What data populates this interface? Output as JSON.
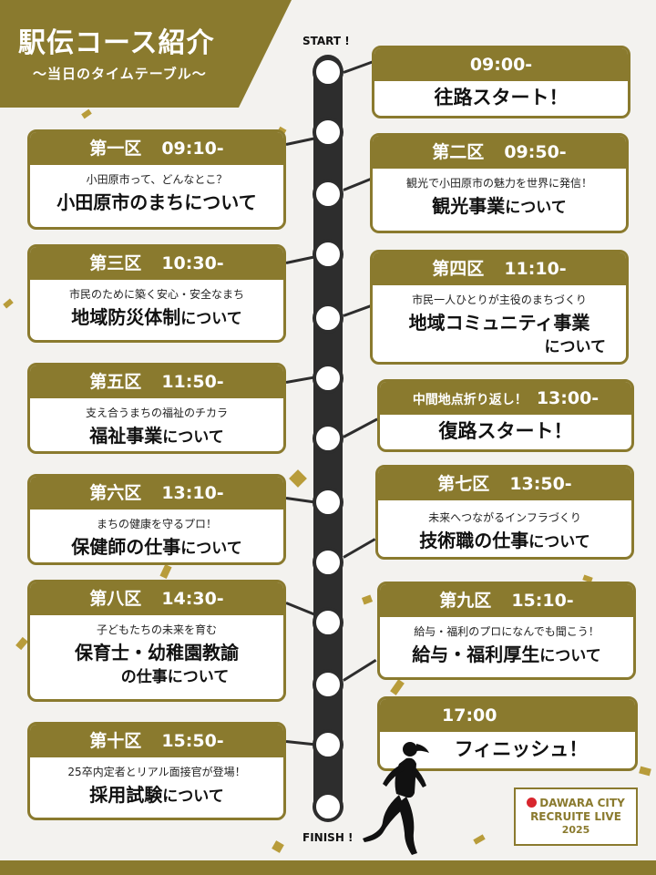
{
  "title": "駅伝コース紹介",
  "subtitle": "〜当日のタイムテーブル〜",
  "start_label": "START !",
  "finish_label": "FINISH !",
  "colors": {
    "gold": "#8a7a2e",
    "track": "#2d2d2d",
    "background": "#f3f2ef",
    "logo_dot": "#d8262e"
  },
  "stages": [
    {
      "head": "09:00-",
      "sub": "",
      "main": "往路スタート！"
    },
    {
      "head_a": "第一区",
      "head_b": "09:10-",
      "sub": "小田原市って、どんなとこ？",
      "main": "小田原市のまちについて"
    },
    {
      "head_a": "第二区",
      "head_b": "09:50-",
      "sub": "観光で小田原市の魅力を世界に発信！",
      "main_a": "観光事業",
      "main_b": "について"
    },
    {
      "head_a": "第三区",
      "head_b": "10:30-",
      "sub": "市民のために築く安心・安全なまち",
      "main_a": "地域防災体制",
      "main_b": "について"
    },
    {
      "head_a": "第四区",
      "head_b": "11:10-",
      "sub": "市民一人ひとりが主役のまちづくり",
      "main_a": "地域コミュニティ事業",
      "main_b": "について"
    },
    {
      "head_a": "第五区",
      "head_b": "11:50-",
      "sub": "支え合うまちの福祉のチカラ",
      "main_a": "福祉事業",
      "main_b": "について"
    },
    {
      "head_a": "中間地点折り返し！",
      "head_b": "13:00-",
      "sub": "",
      "main": "復路スタート！"
    },
    {
      "head_a": "第六区",
      "head_b": "13:10-",
      "sub": "まちの健康を守るプロ！",
      "main_a": "保健師の仕事",
      "main_b": "について"
    },
    {
      "head_a": "第七区",
      "head_b": "13:50-",
      "sub": "未来へつながるインフラづくり",
      "main_a": "技術職の仕事",
      "main_b": "について"
    },
    {
      "head_a": "第八区",
      "head_b": "14:30-",
      "sub": "子どもたちの未来を育む",
      "main_a": "保育士・幼稚園教諭",
      "main_b": "の仕事について"
    },
    {
      "head_a": "第九区",
      "head_b": "15:10-",
      "sub": "給与・福利のプロになんでも聞こう！",
      "main_a": "給与・福利厚生",
      "main_b": "について"
    },
    {
      "head": "17:00",
      "sub": "",
      "main": "フィニッシュ！"
    },
    {
      "head_a": "第十区",
      "head_b": "15:50-",
      "sub": "25卒内定者とリアル面接官が登場！",
      "main_a": "採用試験",
      "main_b": "について"
    }
  ],
  "logo": {
    "line1": "DAWARA CITY",
    "line2": "RECRUITE LIVE",
    "line3": "2025"
  },
  "runner_icon": "runner-silhouette-icon"
}
